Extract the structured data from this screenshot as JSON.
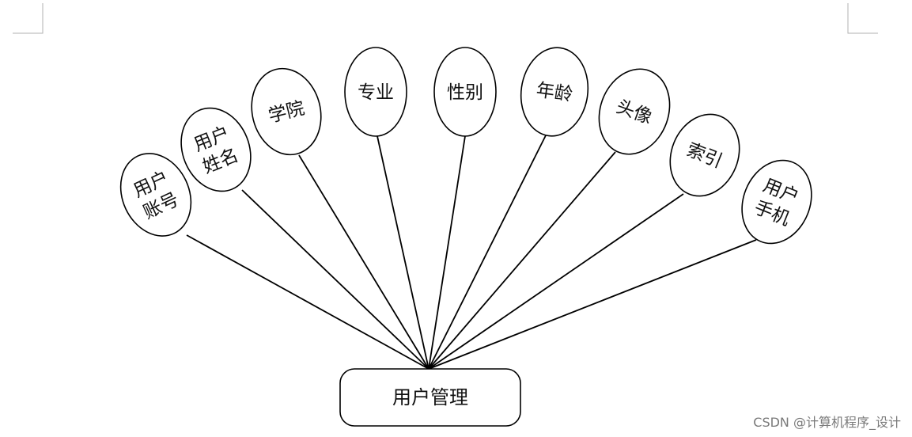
{
  "entity": {
    "label": "用户管理"
  },
  "attributes": [
    {
      "lines": [
        "用户",
        "账号"
      ]
    },
    {
      "lines": [
        "用户",
        "姓名"
      ]
    },
    {
      "lines": [
        "学院"
      ]
    },
    {
      "lines": [
        "专业"
      ]
    },
    {
      "lines": [
        "性别"
      ]
    },
    {
      "lines": [
        "年龄"
      ]
    },
    {
      "lines": [
        "头像"
      ]
    },
    {
      "lines": [
        "索引"
      ]
    },
    {
      "lines": [
        "用户",
        "手机"
      ]
    }
  ],
  "watermark": "CSDN @计算机程序_设计"
}
